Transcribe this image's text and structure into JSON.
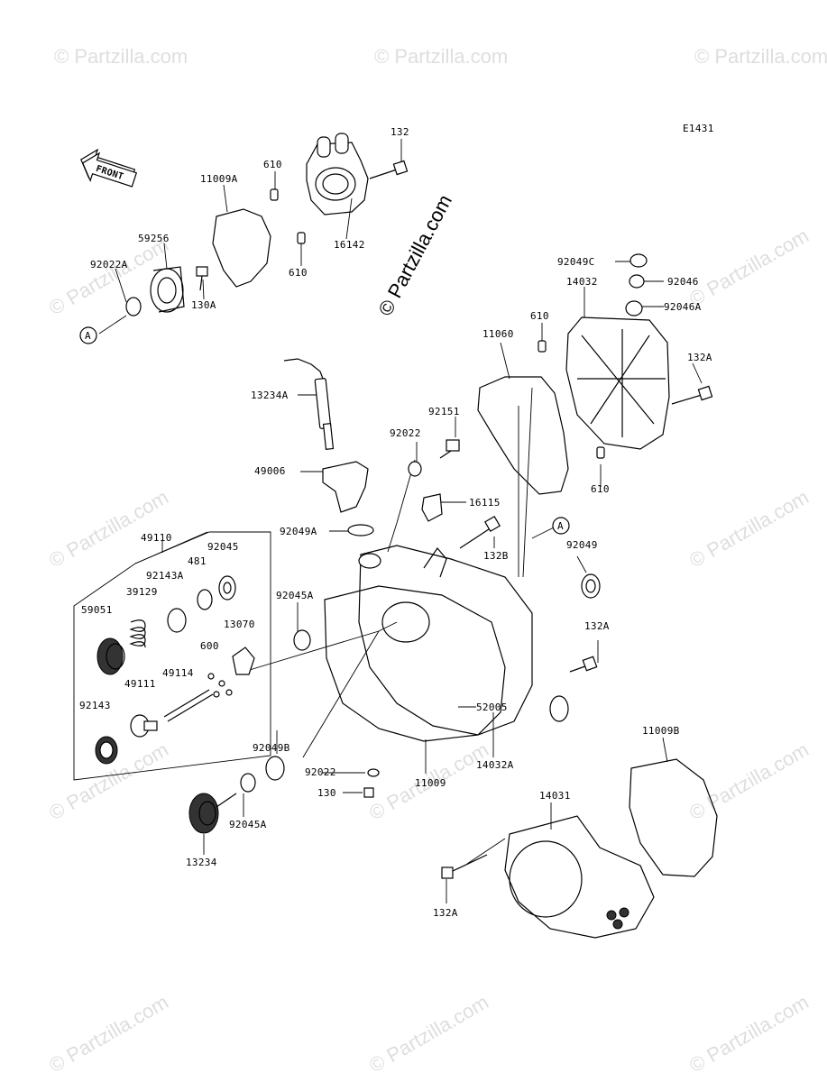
{
  "diagram_code": "E1431",
  "front_label": "FRONT",
  "watermark": "© Partzilla.com",
  "callout_letter": "A",
  "parts": {
    "p132": "132",
    "p610_top": "610",
    "p11009A": "11009A",
    "p16142": "16142",
    "p610_mid": "610",
    "p59256": "59256",
    "p92022A": "92022A",
    "p130A": "130A",
    "p92049C": "92049C",
    "p92046": "92046",
    "p14032": "14032",
    "p92046A": "92046A",
    "p610_r": "610",
    "p11060": "11060",
    "p132A_r": "132A",
    "p13234A": "13234A",
    "p92151": "92151",
    "p92022_m": "92022",
    "p49006": "49006",
    "p610_r2": "610",
    "p16115": "16115",
    "p92049A": "92049A",
    "p132B": "132B",
    "p92049": "92049",
    "p49110": "49110",
    "p92045": "92045",
    "p481": "481",
    "p92143A": "92143A",
    "p39129": "39129",
    "p92045A_m": "92045A",
    "p59051": "59051",
    "p13070": "13070",
    "p132A_m": "132A",
    "p600": "600",
    "p49114": "49114",
    "p49111": "49111",
    "p52005": "52005",
    "p92143": "92143",
    "p92049B": "92049B",
    "p11009B": "11009B",
    "p92022_b": "92022",
    "p11009": "11009",
    "p14032A": "14032A",
    "p130": "130",
    "p14031": "14031",
    "p92045A_b": "92045A",
    "p13234": "13234",
    "p132A_b": "132A"
  }
}
